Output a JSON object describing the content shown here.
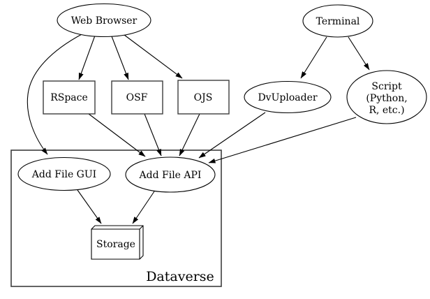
{
  "diagram": {
    "type": "directed-graph",
    "background_color": "#ffffff",
    "edge_color": "#000000",
    "node_fill_color": "#ffffff",
    "cluster": {
      "label": "Dataverse"
    },
    "nodes": {
      "web_browser": {
        "label": "Web Browser",
        "shape": "ellipse"
      },
      "terminal": {
        "label": "Terminal",
        "shape": "ellipse"
      },
      "rspace": {
        "label": "RSpace",
        "shape": "box"
      },
      "osf": {
        "label": "OSF",
        "shape": "box"
      },
      "ojs": {
        "label": "OJS",
        "shape": "box"
      },
      "dvuploader": {
        "label": "DvUploader",
        "shape": "ellipse"
      },
      "script": {
        "label": "Script (Python, R, etc.)",
        "shape": "ellipse",
        "lines": [
          "Script",
          "(Python,",
          "R, etc.)"
        ]
      },
      "add_file_gui": {
        "label": "Add File GUI",
        "shape": "ellipse"
      },
      "add_file_api": {
        "label": "Add File API",
        "shape": "ellipse"
      },
      "storage": {
        "label": "Storage",
        "shape": "box3d"
      }
    },
    "edges": [
      {
        "from": "web_browser",
        "to": "rspace"
      },
      {
        "from": "web_browser",
        "to": "osf"
      },
      {
        "from": "web_browser",
        "to": "ojs"
      },
      {
        "from": "web_browser",
        "to": "add_file_gui"
      },
      {
        "from": "terminal",
        "to": "dvuploader"
      },
      {
        "from": "terminal",
        "to": "script"
      },
      {
        "from": "rspace",
        "to": "add_file_api"
      },
      {
        "from": "osf",
        "to": "add_file_api"
      },
      {
        "from": "ojs",
        "to": "add_file_api"
      },
      {
        "from": "dvuploader",
        "to": "add_file_api"
      },
      {
        "from": "script",
        "to": "add_file_api"
      },
      {
        "from": "add_file_gui",
        "to": "storage"
      },
      {
        "from": "add_file_api",
        "to": "storage"
      }
    ]
  }
}
